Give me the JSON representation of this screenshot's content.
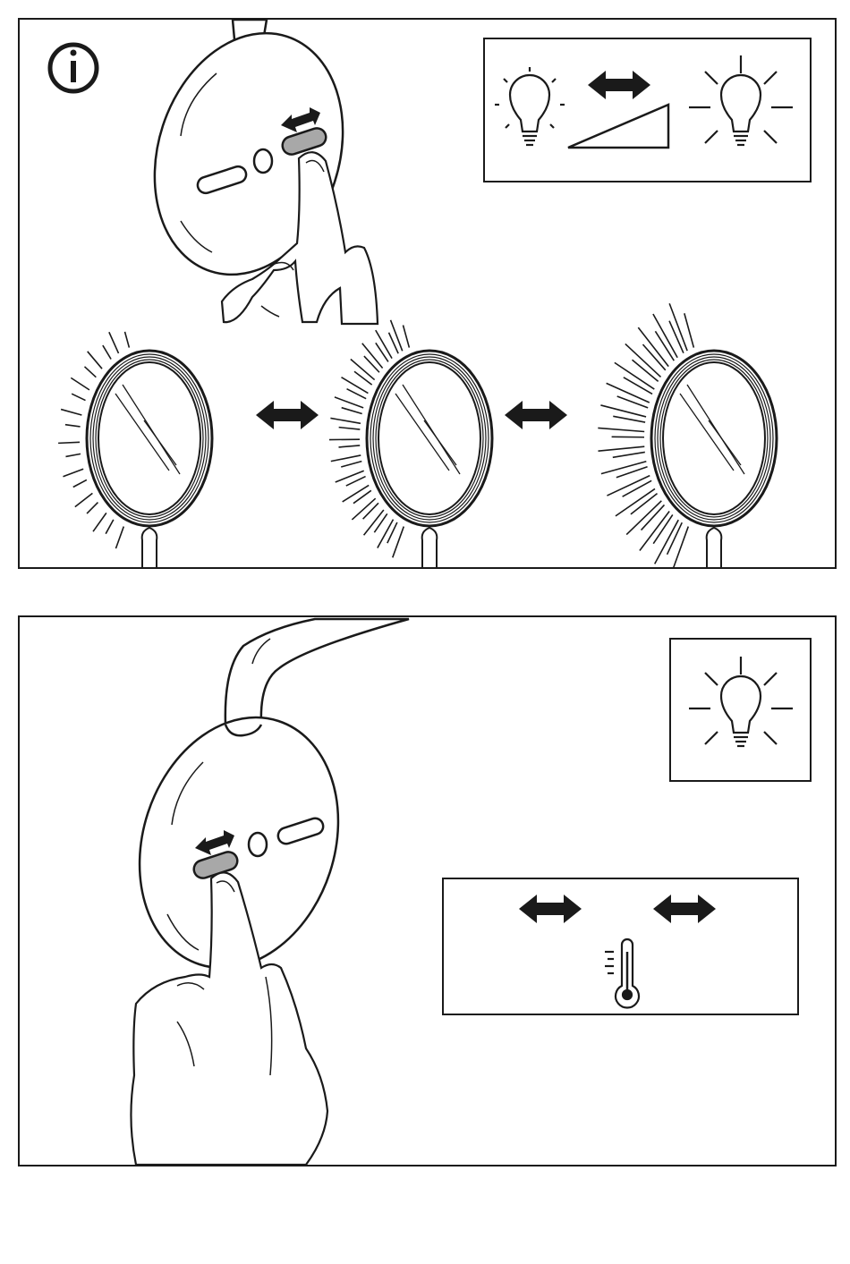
{
  "document": {
    "panels": [
      {
        "id": "brightness-step",
        "icons": [
          "info-icon",
          "bulb-dim-icon",
          "double-arrow-icon",
          "brightness-ramp-icon",
          "bulb-bright-icon",
          "mirror-low-glow",
          "mirror-medium-glow",
          "mirror-high-glow"
        ]
      },
      {
        "id": "color-temperature-step",
        "icons": [
          "bulb-bright-icon",
          "double-arrow-icon",
          "thermometer-icon"
        ]
      }
    ],
    "colors": {
      "line": "#1a1a1a",
      "button": "#a8a8a8",
      "background": "#ffffff"
    }
  }
}
